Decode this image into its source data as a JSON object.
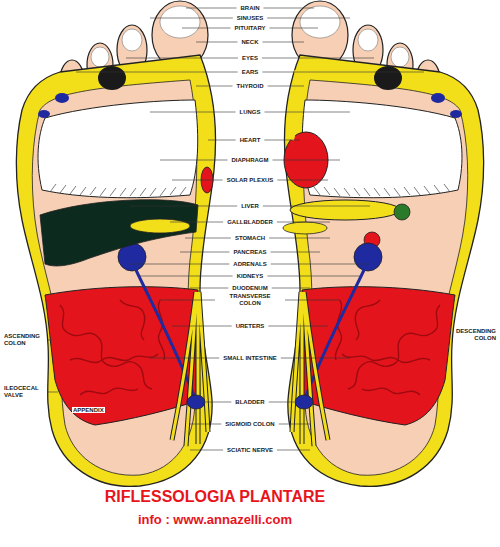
{
  "diagram": {
    "title": "RIFLESSOLOGIA PLANTARE",
    "caption": "info : www.annazelli.com",
    "labels": [
      "BRAIN",
      "SINUSES",
      "PITUITARY",
      "NECK",
      "EYES",
      "EARS",
      "THYROID",
      "LUNGS",
      "HEART",
      "DIAPHRAGM",
      "SOLAR PLEXUS",
      "LIVER",
      "GALLBLADDER",
      "STOMACH",
      "PANCREAS",
      "ADRENALS",
      "KIDNEYS",
      "DUODENUM",
      "TRANSVERSE COLON",
      "URETERS",
      "SMALL INTESTINE",
      "BLADDER",
      "SIGMOID COLON",
      "SCIATIC NERVE",
      "ASCENDING COLON",
      "ILEOCECAL VALVE",
      "APPENDIX",
      "DESCENDING COLON"
    ]
  }
}
